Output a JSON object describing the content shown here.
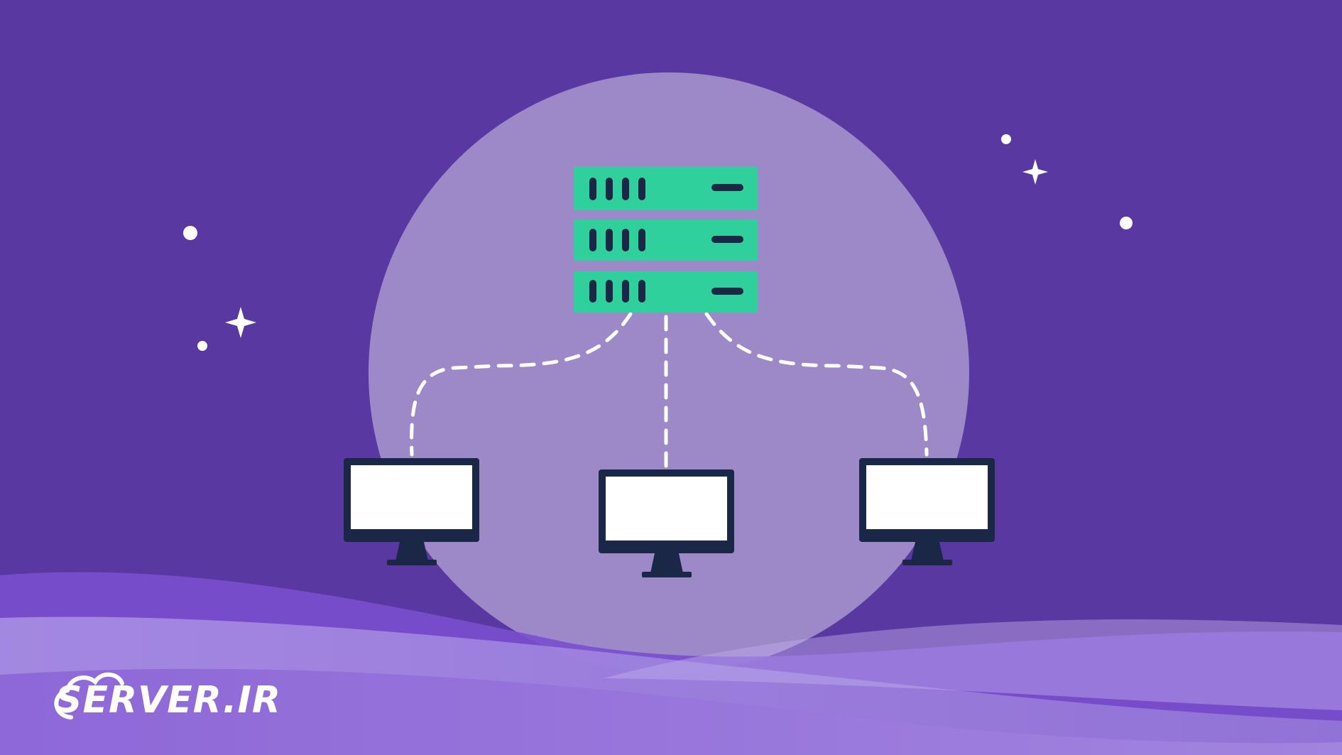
{
  "scene": {
    "background_color": "#5938a1",
    "circle_color": "#9d88c8",
    "server_color": "#2fd09b",
    "server_detail_color": "#1b2747",
    "monitor_frame_color": "#1b2747",
    "monitor_screen_color": "#ffffff",
    "connector_color": "#ffffff",
    "sparkle_color": "#ffffff",
    "server_units": 3,
    "client_count": 3
  },
  "brand": {
    "logo_text": "SERVER.IR",
    "logo_icon": "cloud-icon",
    "logo_color": "#ffffff"
  },
  "decorations": {
    "icons": [
      "sparkle-icon",
      "dot-icon"
    ]
  }
}
